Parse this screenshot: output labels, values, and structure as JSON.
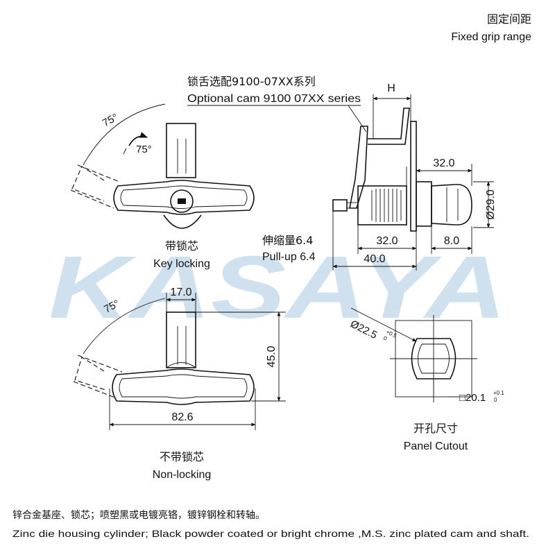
{
  "watermark": "KASAYA",
  "header": {
    "fixed_grip_cn": "固定间距",
    "fixed_grip_en": "Fixed grip range"
  },
  "cam_note": {
    "cn": "锁舌选配9100-07XX系列",
    "en": "Optional cam 9100 07XX series"
  },
  "dimensions": {
    "h": "H",
    "d32_top": "32.0",
    "dia29": "Ø29.0",
    "d32_bottom": "32.0",
    "d8": "8.0",
    "d40": "40.0",
    "pull_up_cn": "伸缩量6.4",
    "pull_up_en": "Pull-up 6.4",
    "angle_top_outer": "75°",
    "angle_top_inner": "75°",
    "angle_bottom": "75°",
    "d17": "17.0",
    "d45": "45.0",
    "d82": "82.6",
    "cutout_dia": "Ø22.5",
    "cutout_dia_tol_top": "+0.5",
    "cutout_dia_tol_bottom": "0",
    "cutout_sq": "□20.1",
    "cutout_sq_tol_top": "+0.1",
    "cutout_sq_tol_bottom": "0"
  },
  "labels": {
    "key_locking_cn": "带锁芯",
    "key_locking_en": "Key locking",
    "non_locking_cn": "不带锁芯",
    "non_locking_en": "Non-locking",
    "panel_cutout_cn": "开孔尺寸",
    "panel_cutout_en": "Panel Cutout"
  },
  "footer": {
    "cn": "锌合金基座、锁芯；喷塑黑或电镀亮铬，镀锌钢栓和转轴。",
    "en": "Zinc die  housing cylinder; Black powder coated or bright chrome ,M.S. zinc plated cam and shaft."
  }
}
